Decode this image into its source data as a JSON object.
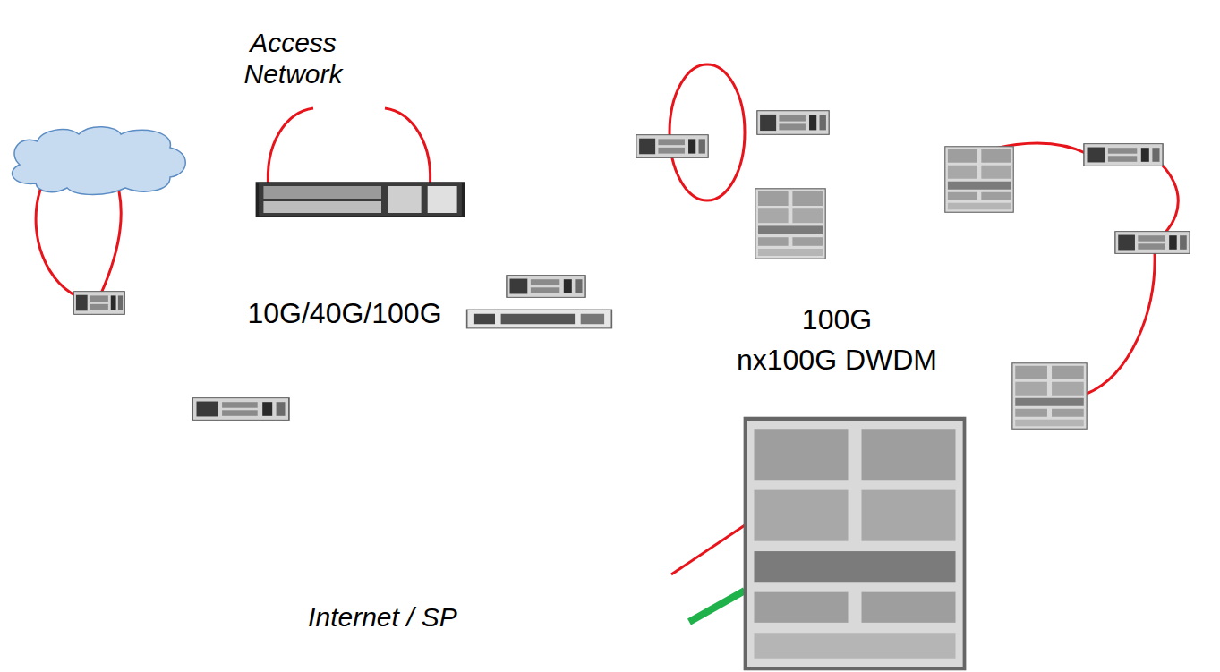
{
  "diagram": {
    "nodes": [
      {
        "text": [
          "Access Network"
        ]
      },
      {
        "text": [
          "10G/40G/100G"
        ]
      },
      {
        "text": [
          "100G",
          "nx100G DWDM"
        ]
      },
      {
        "text": [
          "Internet / SP"
        ]
      }
    ]
  }
}
